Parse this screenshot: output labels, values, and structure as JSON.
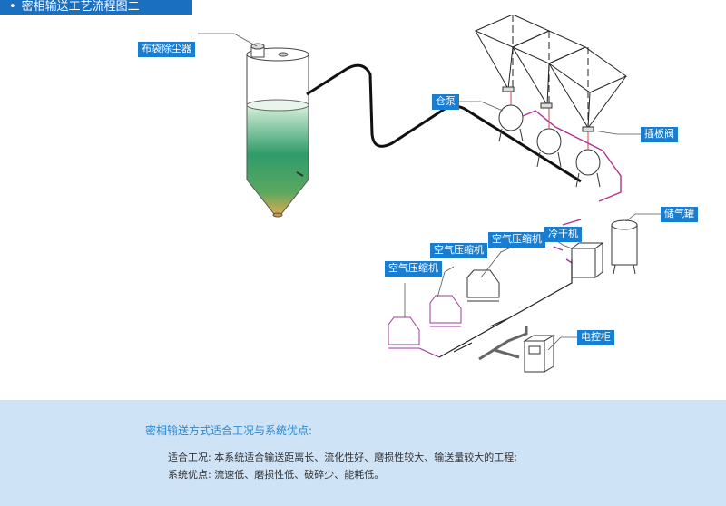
{
  "header": {
    "bullet": "•",
    "title": "密相输送工艺流程图二"
  },
  "diagram": {
    "labels": {
      "bag_filter": "布袋除尘器",
      "bin_pump": "仓泵",
      "gate_valve": "插板阀",
      "air_tank": "储气罐",
      "dryer": "冷干机",
      "compressor_1": "空气压缩机",
      "compressor_2": "空气压缩机",
      "compressor_3": "空气压缩机",
      "control_cabinet": "电控柜"
    },
    "colors": {
      "label_bg": "#1a7ed0",
      "conveying_pipe": "#111111",
      "air_pipe": "#b0308f",
      "compressor_outline": "#a03a9a",
      "silo_fill_top": "#c9e9cf",
      "silo_fill_mid": "#2f9c6a",
      "silo_fill_bottom": "#d9a94f"
    }
  },
  "info": {
    "title": "密相输送方式适合工况与系统优点:",
    "rows": [
      {
        "label": "适合工况:",
        "text": "本系统适合输送距离长、流化性好、磨损性较大、输送量较大的工程;"
      },
      {
        "label": "系统优点:",
        "text": "流速低、磨损性低、破碎少、能耗低。"
      }
    ]
  }
}
